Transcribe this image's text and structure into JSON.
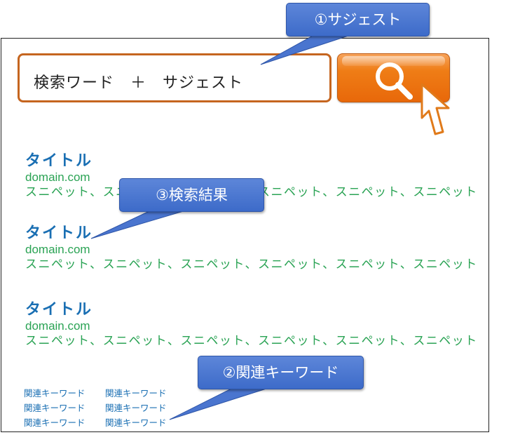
{
  "search": {
    "query_text": "検索ワード　＋　サジェスト"
  },
  "results": [
    {
      "title": "タイトル",
      "domain": "domain.com",
      "snippet": "スニペット、スニペット、スニペット、スニペット、スニペット、スニペット"
    },
    {
      "title": "タイトル",
      "domain": "domain.com",
      "snippet": "スニペット、スニペット、スニペット、スニペット、スニペット、スニペット"
    },
    {
      "title": "タイトル",
      "domain": "domain.com",
      "snippet": "スニペット、スニペット、スニペット、スニペット、スニペット、スニペット"
    }
  ],
  "related_keywords": [
    [
      "関連キーワード",
      "関連キーワード"
    ],
    [
      "関連キーワード",
      "関連キーワード"
    ],
    [
      "関連キーワード",
      "関連キーワード"
    ]
  ],
  "callouts": {
    "suggest": "①サジェスト",
    "results": "③検索結果",
    "related": "②関連キーワード"
  },
  "colors": {
    "search_border": "#c5651f",
    "button_orange": "#ef7d16",
    "title_blue": "#1a6fb3",
    "link_green": "#2aa354",
    "callout_blue": "#4a75cf"
  },
  "icons": [
    "magnifier-icon",
    "cursor-arrow-icon"
  ]
}
